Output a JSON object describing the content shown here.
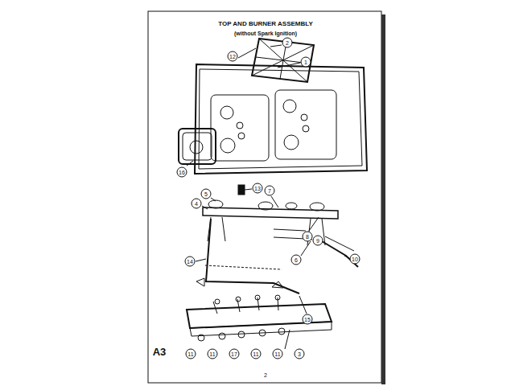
{
  "diagram": {
    "title": "TOP AND BURNER ASSEMBLY",
    "labels": [
      "(without Spark Ignition)",
      "2",
      "12",
      "1",
      "16",
      "13",
      "5",
      "4",
      "7",
      "8",
      "9",
      "6",
      "10",
      "14",
      "15",
      "11",
      "11",
      "17",
      "11",
      "11",
      "3",
      "A3",
      "2"
    ]
  }
}
